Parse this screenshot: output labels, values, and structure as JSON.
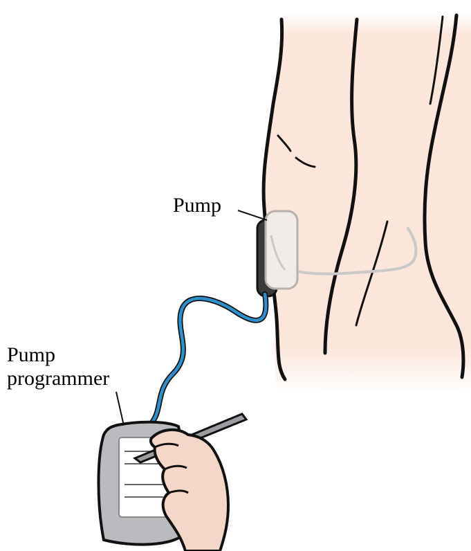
{
  "labels": {
    "pump": "Pump",
    "programmer_line1": "Pump",
    "programmer_line2": "programmer"
  },
  "colors": {
    "skin": "#fbe6dc",
    "outline": "#111111",
    "cable": "#2f8fcb",
    "device": "#b9bbbe",
    "screen": "#ffffff"
  }
}
